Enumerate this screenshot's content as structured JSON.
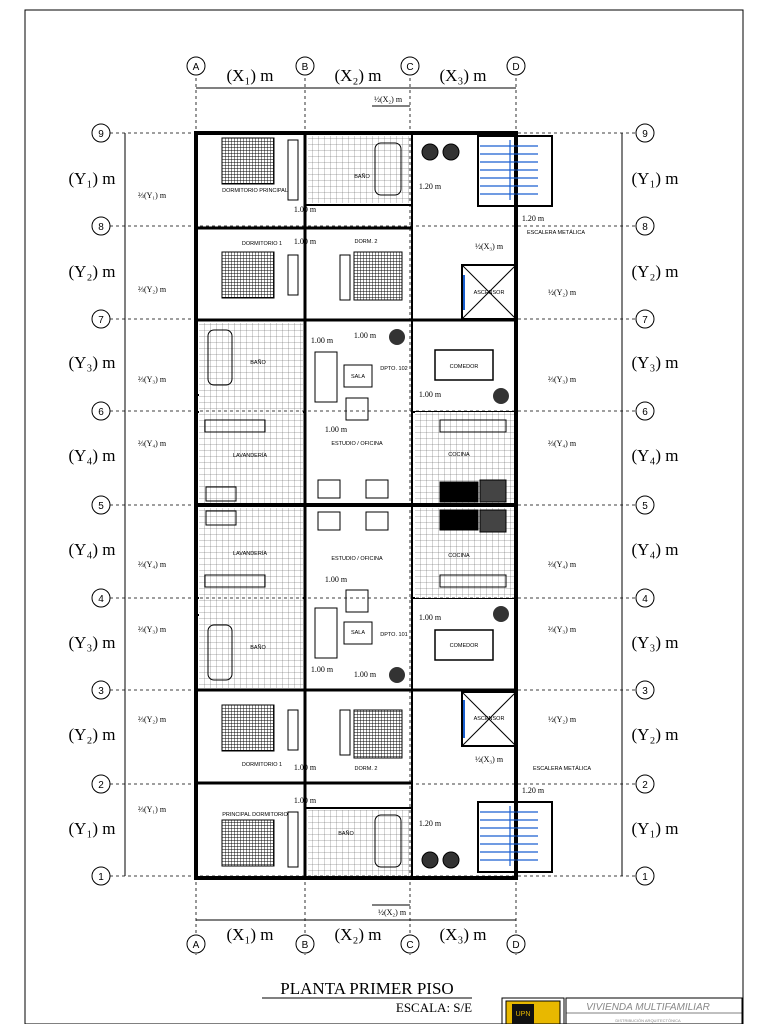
{
  "title": "PLANTA PRIMER PISO",
  "scale": "ESCALA: S/E",
  "titleblock": {
    "project": "VIVIENDA MULTIFAMILIAR",
    "sheet": "DISTRIBUCIÓN ARQUITECTÓNICA",
    "logo": "UPN"
  },
  "grid": {
    "columns": [
      "A",
      "B",
      "C",
      "D"
    ],
    "rows": [
      "9",
      "8",
      "7",
      "6",
      "5",
      "4",
      "3",
      "2",
      "1"
    ]
  },
  "dims": {
    "x1": "(X₁) m",
    "x2": "(X₂) m",
    "x3": "(X₃) m",
    "top_sub": "½(X₂) m",
    "bottom_sub": "½(X₂) m",
    "elev_x": "½(X₃) m",
    "rows_left": [
      "(Y₁) m",
      "(Y₂) m",
      "(Y₃) m",
      "(Y₄) m",
      "(Y₄) m",
      "(Y₃) m",
      "(Y₂) m",
      "(Y₁) m"
    ],
    "rows_right": [
      "(Y₁) m",
      "(Y₂) m",
      "(Y₃) m",
      "(Y₄) m",
      "(Y₄) m",
      "(Y₃) m",
      "(Y₂) m",
      "(Y₁) m"
    ],
    "inner_left": [
      "⅔(Y₁) m",
      "⅔(Y₂) m",
      "⅔(Y₃) m",
      "⅔(Y₄) m",
      "⅔(Y₄) m",
      "⅔(Y₃) m",
      "⅔(Y₂) m",
      "⅔(Y₁) m"
    ],
    "inner_right": [
      "½(Y₂) m",
      "⅔(Y₃) m",
      "⅔(Y₄) m",
      "⅔(Y₄) m",
      "⅔(Y₃) m",
      "½(Y₂) m"
    ],
    "m100": "1.00 m",
    "m120": "1.20 m"
  },
  "rooms": {
    "dorm_principal": "DORMITORIO PRINCIPAL",
    "principal_dorm": "PRINCIPAL DORMITORIO",
    "dormitorio1": "DORMITORIO 1",
    "dorm2": "DORM. 2",
    "bano": "BAÑO",
    "sala": "SALA",
    "comedor": "COMEDOR",
    "estudio": "ESTUDIO / OFICINA",
    "lavanderia": "LAVANDERÍA",
    "cocina": "COCINA",
    "ascensor": "ASCENSOR",
    "escalera": "ESCALERA METÁLICA",
    "dpto_top": "DPTO. 102",
    "dpto_bottom": "DPTO. 101"
  }
}
